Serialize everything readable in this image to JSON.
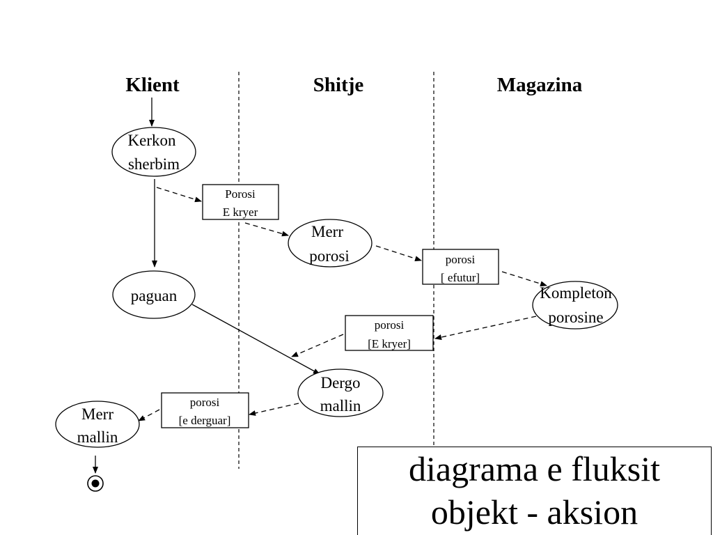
{
  "swimlanes": [
    {
      "title": "Klient"
    },
    {
      "title": "Shitje"
    },
    {
      "title": "Magazina"
    }
  ],
  "actions": {
    "kerkon_sherbim": {
      "line1": "Kerkon",
      "line2": "sherbim"
    },
    "merr_porosi": {
      "line1": "Merr",
      "line2": "porosi"
    },
    "paguan": {
      "line1": "paguan"
    },
    "kompleton_porosine": {
      "line1": "Kompleton",
      "line2": "porosine"
    },
    "dergo_mallin": {
      "line1": "Dergo",
      "line2": "mallin"
    },
    "merr_mallin": {
      "line1": "Merr",
      "line2": "mallin"
    }
  },
  "objects": {
    "porosi_e_kryer_1": {
      "line1": "Porosi",
      "line2": "E kryer"
    },
    "porosi_efutur": {
      "line1": "porosi",
      "line2": "[ efutur]"
    },
    "porosi_e_kryer_2": {
      "line1": "porosi",
      "line2": "[E kryer]"
    },
    "porosi_e_derguar": {
      "line1": "porosi",
      "line2": "[e derguar]"
    }
  },
  "caption": {
    "line1": "diagrama e fluksit",
    "line2": "objekt - aksion"
  }
}
